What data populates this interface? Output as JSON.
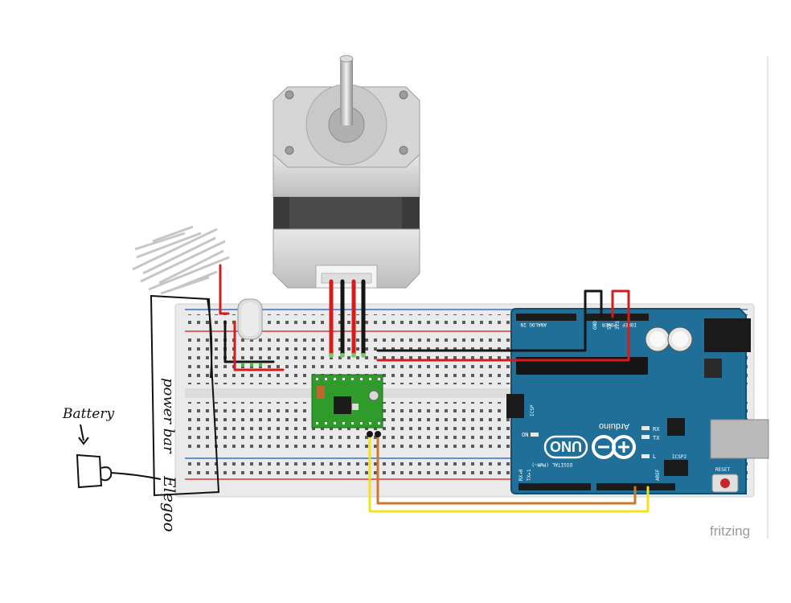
{
  "arduino": {
    "brand": "Arduino",
    "model": "UNO",
    "reset_label": "RESET",
    "icsp_label": "ICSP",
    "icsp2_label": "ICSP2",
    "on_label": "ON",
    "tx_label": "TX",
    "rx_label": "RX",
    "l_label": "L",
    "analog_label": "ANALOG IN",
    "power_label": "POWER",
    "digital_label": "DIGITAL (PWM~)",
    "ioref_label": "IOREF",
    "aref_label": "AREF",
    "gnd_label": "GND",
    "v5_label": "5V",
    "v33_label": "3V3",
    "tx_pin_label": "TX▸1",
    "rx_pin_label": "RX◂0"
  },
  "annotations": {
    "battery": "Battery",
    "power_bar": "power bar",
    "elegoo": "Elegoo"
  },
  "watermark": "fritzing",
  "colors": {
    "arduino_board": "#1f6f99",
    "driver_board": "#2e9b2b",
    "wire_red": "#d41c1c",
    "wire_black": "#151515",
    "wire_yellow": "#f2e21a",
    "wire_orange": "#c87b2a"
  }
}
